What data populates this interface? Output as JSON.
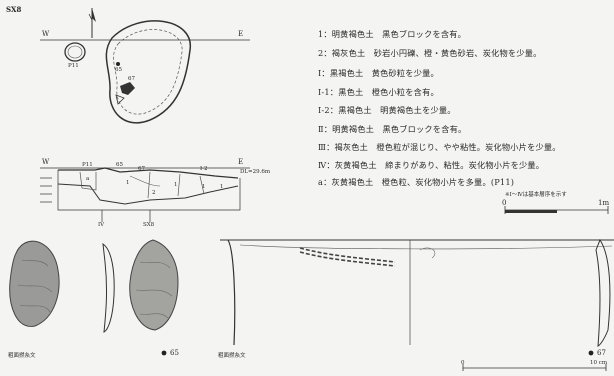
{
  "figure": {
    "feature_label": "SX8",
    "plan": {
      "west": "W",
      "east": "E",
      "pit_label": "P11",
      "find_labels": [
        "65",
        "67"
      ]
    },
    "section": {
      "west": "W",
      "east": "E",
      "elevation": "DL=29.6m",
      "labels": [
        "P11",
        "65",
        "67",
        "I-2",
        "a",
        "2",
        "1",
        "1",
        "1",
        "1",
        "IV",
        "SX8"
      ]
    },
    "legend": [
      "1：明黄褐色土　黒色ブロックを含有。",
      "2：褐灰色土　砂岩小円礫、橙・黄色砂岩、炭化物を少量。",
      "Ⅰ：黒褐色土　黄色砂粒を少量。",
      "Ⅰ-1：黒色土　橙色小粒を含有。",
      "Ⅰ-2：黒褐色土　明黄褐色土を少量。",
      "Ⅱ：明黄褐色土　黒色ブロックを含有。",
      "Ⅲ：褐灰色土　橙色粒が混じり、やや粘性。炭化物小片を少量。",
      "Ⅳ：灰黄褐色土　締まりがあり、粘性。炭化物小片を少量。",
      "a：灰黄褐色土　橙色粒、炭化物小片を多量。(P11)"
    ],
    "note": "※Ⅰ～Ⅳは基本層序を示す",
    "scale_top": {
      "start": "0",
      "end": "1m"
    },
    "artifacts": [
      {
        "caption": "粗面撚糸文",
        "number": "65"
      },
      {
        "caption": "粗面撚糸文",
        "number": "67"
      }
    ],
    "scale_bottom": {
      "start": "0",
      "end": "10 cm"
    }
  }
}
